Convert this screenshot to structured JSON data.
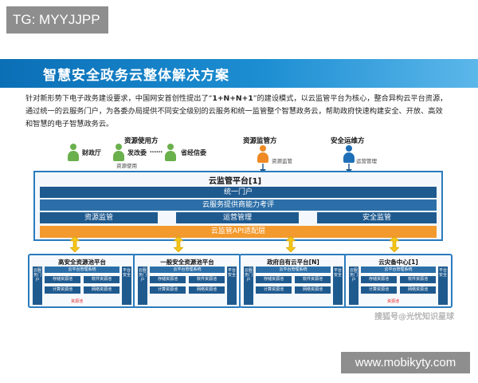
{
  "top_tag": "TG: MYYJJPP",
  "title": "智慧安全政务云整体解决方案",
  "intro": {
    "line1_pre": "针对新形势下电子政务建设要求，中国网安首创性提出了“",
    "line1_bold": "1+N+N+1",
    "line1_post": "”的建设模式，以云监管平台为核心，整合异构云平台资源，",
    "line2": "通过统一的云服务门户，为各委办局提供不同安全级别的云服务和统一监管整个智慧政务云，帮助政府快速构建安全、开放、高效",
    "line3": "和智慧的电子智慧政务云。"
  },
  "roles": {
    "resource_users": {
      "title": "资源使用方",
      "people": [
        "财政厅",
        "发改委",
        "……",
        "省经信委"
      ],
      "sublabel": "资源使用"
    },
    "resource_supervisor": {
      "title": "资源监管方",
      "sublabel": "资源监管"
    },
    "security_ops": {
      "title": "安全运维方",
      "sublabel": "运营管理"
    }
  },
  "platform": {
    "title": "云监管平台[1]",
    "portal": "统一门户",
    "evaluation": "云服务提供商能力考评",
    "modules": [
      "资源监管",
      "运营管理",
      "安全监管"
    ],
    "api_layer": "云监管API适配层"
  },
  "pools": [
    {
      "title": "高安全资源池平台",
      "left_bar": "云服务门户",
      "right_bar": "平台安全",
      "mgmt": "云平台管理系统",
      "resources": [
        "存储资源池",
        "软件资源池",
        "计算资源池",
        "网络资源池"
      ],
      "tag": "资源池"
    },
    {
      "title": "一般安全资源池平台",
      "left_bar": "云服务门户",
      "right_bar": "平台安全",
      "mgmt": "云平台管理系统",
      "resources": [
        "存储资源池",
        "软件资源池",
        "计算资源池",
        "网络资源池"
      ],
      "tag": ""
    },
    {
      "title": "政府自有云平台[N]",
      "left_bar": "云服务门户",
      "right_bar": "平台安全",
      "mgmt": "云平台管理系统",
      "resources": [
        "存储资源池",
        "软件资源池",
        "计算资源池",
        "网络资源池"
      ],
      "tag": ""
    },
    {
      "title": "云灾备中心[1]",
      "left_bar": "云服务门户",
      "right_bar": "平台安全",
      "mgmt": "云平台管理系统",
      "resources": [
        "存储资源池",
        "软件资源池",
        "计算资源池",
        "网络资源池"
      ],
      "tag": "资源池"
    }
  ],
  "watermark": "搜狐号@光忧知识星球",
  "site_url": "www.mobikyty.com",
  "colors": {
    "brand_blue": "#1d8ed2",
    "dark_blue": "#1f5a8f",
    "orange": "#f39a2e",
    "green_person": "#6ab04c",
    "orange_person": "#ef8a24",
    "blue_person": "#1f6fb8"
  }
}
